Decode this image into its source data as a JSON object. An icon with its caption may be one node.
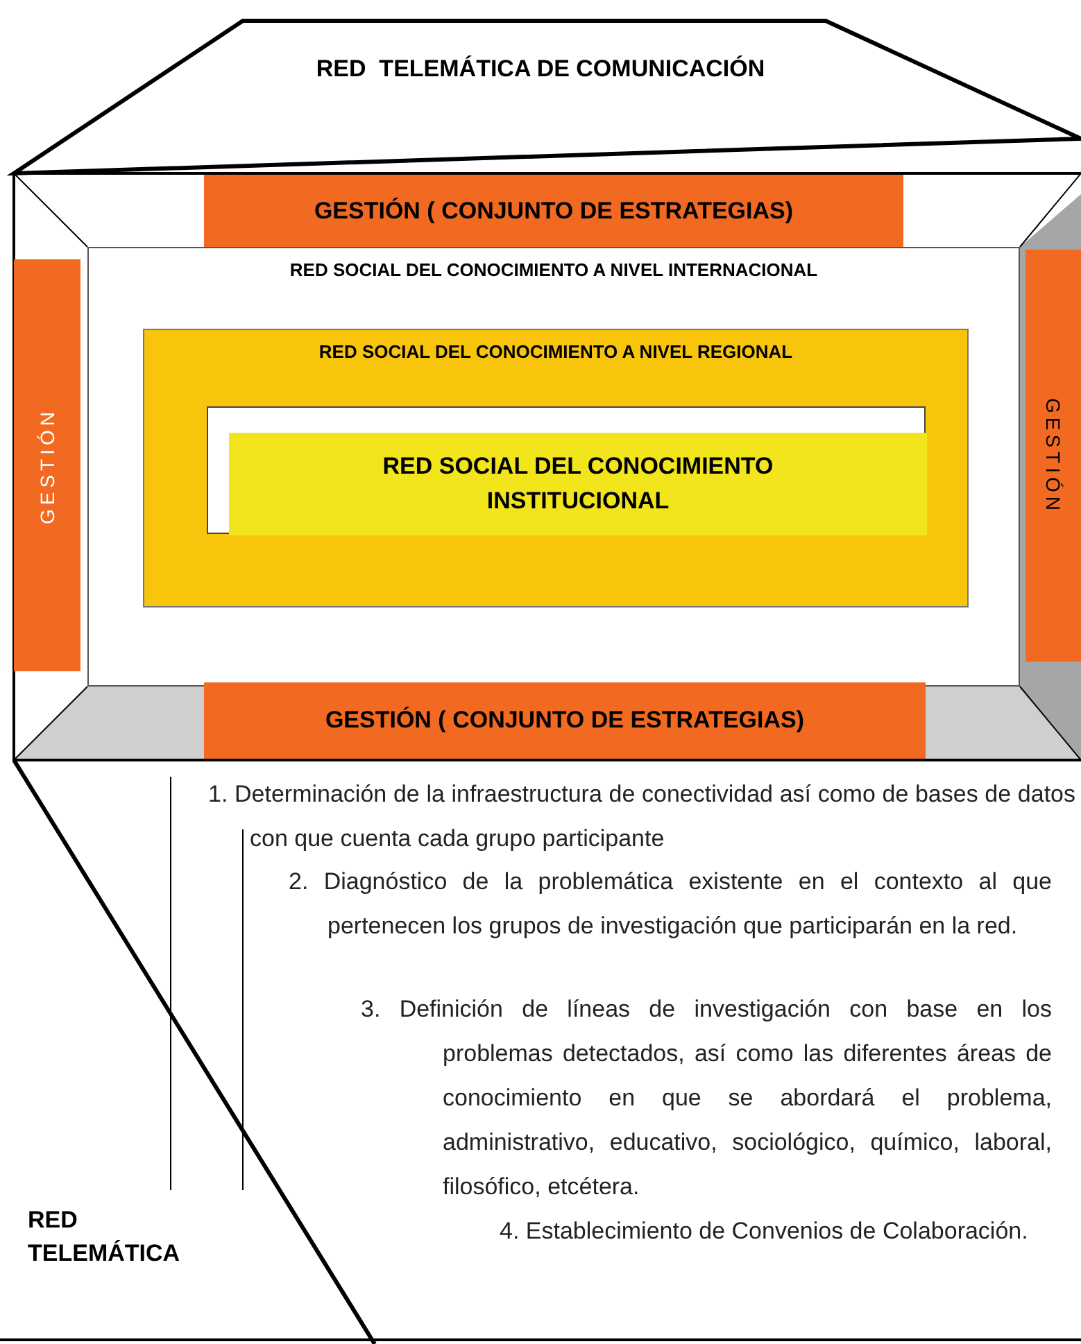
{
  "diagram": {
    "nodes": [
      {
        "text": [
          "RED  TELEMÁTICA DE COMUNICACIÓN"
        ]
      },
      {
        "text": [
          "GESTIÓN ( CONJUNTO DE ESTRATEGIAS)"
        ],
        "in": 0
      },
      {
        "text": [
          "GESTIÓN"
        ],
        "in": 0
      },
      {
        "text": [
          "RED SOCIAL DEL CONOCIMIENTO A NIVEL INTERNACIONAL"
        ],
        "in": 0
      },
      {
        "text": [
          "RED SOCIAL DEL CONOCIMIENTO A NIVEL REGIONAL"
        ],
        "in": 3
      },
      {
        "text": [],
        "shape": "box",
        "in": 4
      },
      {
        "text": [
          "RED SOCIAL DEL  CONOCIMIENTO INSTITUCIONAL"
        ],
        "in": 5
      },
      {
        "text": [
          "GESTIÓN"
        ],
        "in": 0
      },
      {
        "text": [
          "GESTIÓN ( CONJUNTO DE ESTRATEGIAS)"
        ],
        "in": 0
      }
    ],
    "edges": [],
    "labels": [
      "1. Determinación de la infraestructura de conectividad así como de bases de datos con que cuenta cada grupo participante",
      "2. Diagnóstico de la problemática existente en el contexto al que pertenecen los grupos de investigación  que participarán en la red.",
      "3. Definición de líneas de investigación con base en los problemas detectados, así como las diferentes áreas de conocimiento en que se abordará el problema, administrativo, educativo,  sociológico, químico, laboral, filosófico, etcétera.",
      "4. Establecimiento de Convenios de Colaboración.",
      "RED TELEMÁTICA"
    ]
  }
}
